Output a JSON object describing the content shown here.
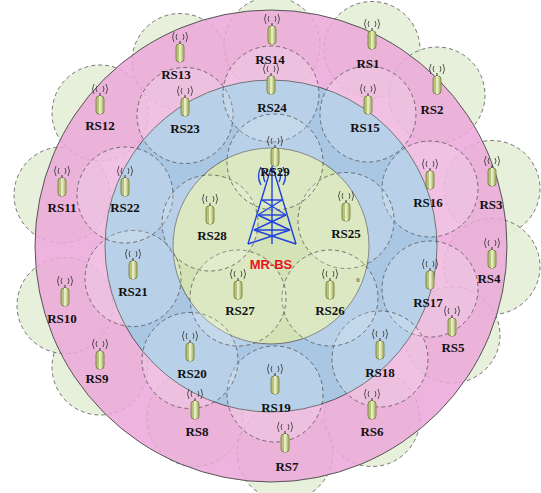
{
  "diagram": {
    "nodes": [
      {
        "text": [
          "RS1"
        ]
      },
      {
        "text": [
          "RS2"
        ]
      },
      {
        "text": [
          "RS3"
        ]
      },
      {
        "text": [
          "RS4"
        ]
      },
      {
        "text": [
          "RS5"
        ]
      },
      {
        "text": [
          "RS6"
        ]
      },
      {
        "text": [
          "RS7"
        ]
      },
      {
        "text": [
          "RS8"
        ]
      },
      {
        "text": [
          "RS9"
        ]
      },
      {
        "text": [
          "RS10"
        ]
      },
      {
        "text": [
          "RS11"
        ]
      },
      {
        "text": [
          "RS12"
        ]
      },
      {
        "text": [
          "RS13"
        ]
      },
      {
        "text": [
          "RS14"
        ]
      },
      {
        "text": [
          "RS15"
        ]
      },
      {
        "text": [
          "RS16"
        ]
      },
      {
        "text": [
          "RS17"
        ]
      },
      {
        "text": [
          "RS18"
        ]
      },
      {
        "text": [
          "RS19"
        ]
      },
      {
        "text": [
          "RS20"
        ]
      },
      {
        "text": [
          "RS21"
        ]
      },
      {
        "text": [
          "RS22"
        ]
      },
      {
        "text": [
          "RS23"
        ]
      },
      {
        "text": [
          "RS24"
        ]
      },
      {
        "text": [
          "RS25"
        ]
      },
      {
        "text": [
          "RS26"
        ]
      },
      {
        "text": [
          "RS27"
        ]
      },
      {
        "text": [
          "RS28"
        ]
      },
      {
        "text": [
          "RS29"
        ]
      },
      {
        "text": [
          "MR-BS"
        ]
      }
    ],
    "labels": [
      "°"
    ]
  }
}
